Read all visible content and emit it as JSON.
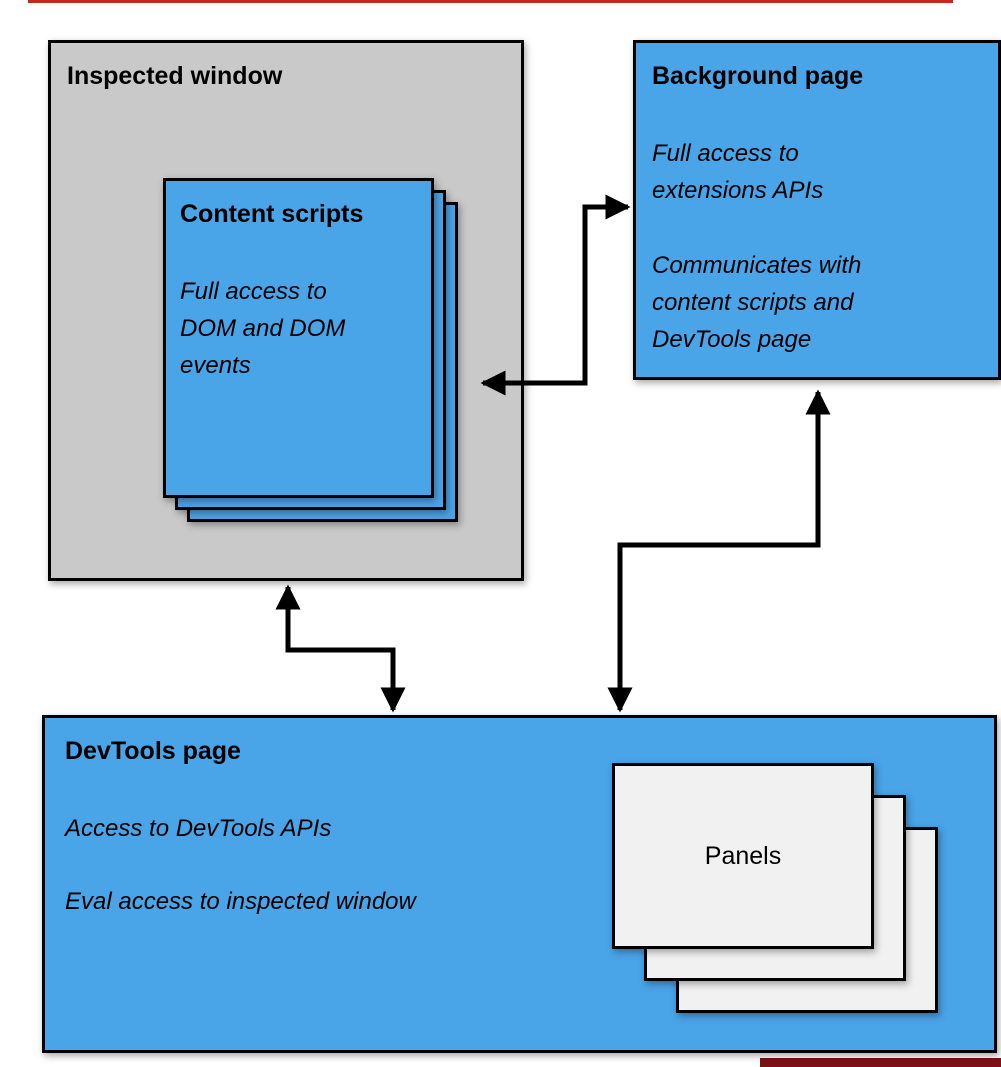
{
  "colors": {
    "blue": "#4aa4e8",
    "gray": "#c9c9c9",
    "panel": "#f1f1f1",
    "border": "#000000",
    "arrow": "#000000",
    "page-bg": "#ffffff",
    "artifact-top": "#c62820",
    "artifact-bottom": "#7c1216"
  },
  "inspected_window": {
    "title": "Inspected window"
  },
  "content_scripts": {
    "title": "Content scripts",
    "body": "Full access to\nDOM and DOM\nevents"
  },
  "background_page": {
    "title": "Background page",
    "para1": "Full access to\nextensions APIs",
    "para2": "Communicates with\ncontent scripts and\nDevTools page"
  },
  "devtools_page": {
    "title": "DevTools page",
    "para1": "Access to DevTools APIs",
    "para2": "Eval access to inspected window"
  },
  "panels": {
    "label": "Panels"
  }
}
